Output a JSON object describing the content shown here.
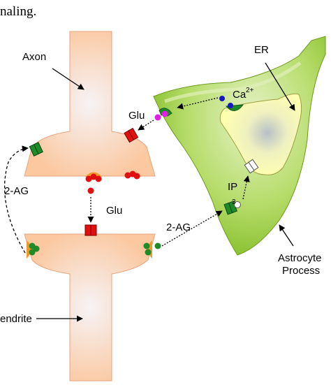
{
  "header_fragment": "naling.",
  "labels": {
    "axon": "Axon",
    "er": "ER",
    "ca": "Ca",
    "ca_sup": "2+",
    "glu_top": "Glu",
    "glu_mid": "Glu",
    "two_ag_left": "2-AG",
    "two_ag_right": "2-AG",
    "ip": "IP",
    "ip_sub": "3",
    "astrocyte_line1": "Astrocyte",
    "astrocyte_line2": "Process",
    "dendrite": "endrite"
  },
  "colors": {
    "neuron_fill": "#fbc8a0",
    "neuron_highlight": "#f3f3f8",
    "astrocyte_fill": "#9ccc3c",
    "astrocyte_light": "#cfe89a",
    "er_fill": "#ffffb0",
    "receptor_red": "#e01010",
    "receptor_green": "#1e8a28",
    "vesicle_red": "#e01010",
    "glu_magenta": "#e020e0",
    "ca_blue": "#1818c0",
    "ip3_receptor_white": "#ffffff",
    "arrow": "#000000"
  }
}
